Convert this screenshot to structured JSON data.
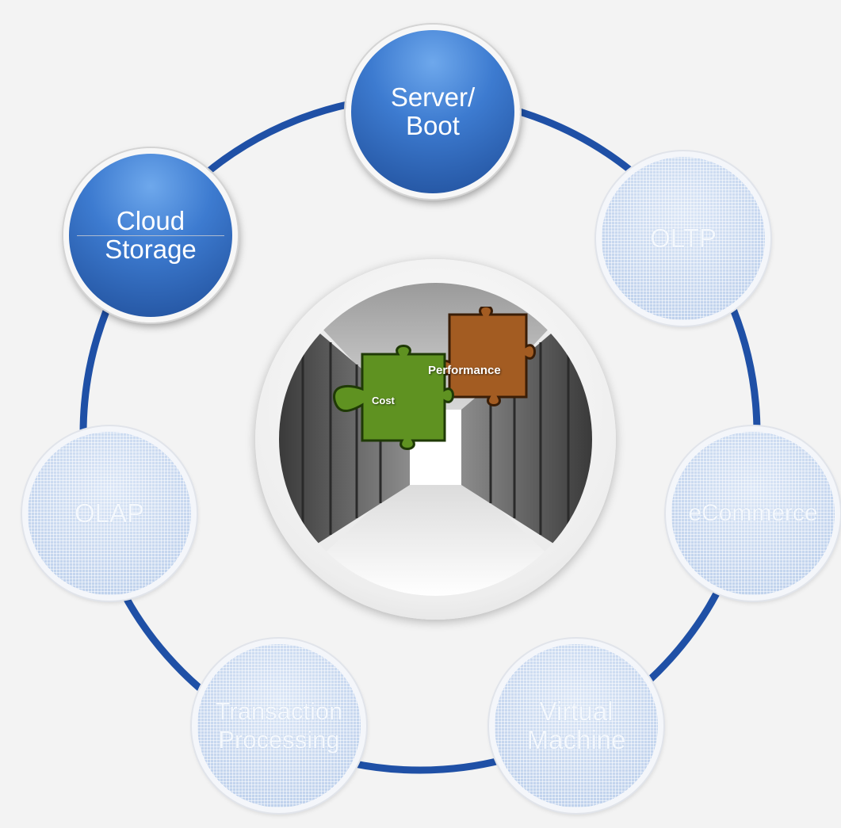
{
  "diagram": {
    "nodes": [
      {
        "key": "server",
        "label": "Server/\nBoot",
        "state": "active"
      },
      {
        "key": "oltp",
        "label": "OLTP",
        "state": "inactive"
      },
      {
        "key": "ecommerce",
        "label": "eCommerce",
        "state": "inactive"
      },
      {
        "key": "virtual",
        "label": "Virtual\nMachine",
        "state": "inactive"
      },
      {
        "key": "transaction",
        "label": "Transaction\nProcessing",
        "state": "inactive"
      },
      {
        "key": "olap",
        "label": "OLAP",
        "state": "inactive"
      },
      {
        "key": "cloud",
        "label": "Cloud\nStorage",
        "state": "active"
      }
    ],
    "center": {
      "puzzle_left": "Cost",
      "puzzle_right": "Performance"
    },
    "colors": {
      "ring": "#1f50a6",
      "active_node": "#2c63b8",
      "inactive_node": "#cfdcf0",
      "puzzle_cost": "#5f9221",
      "puzzle_performance": "#a35c22"
    }
  }
}
